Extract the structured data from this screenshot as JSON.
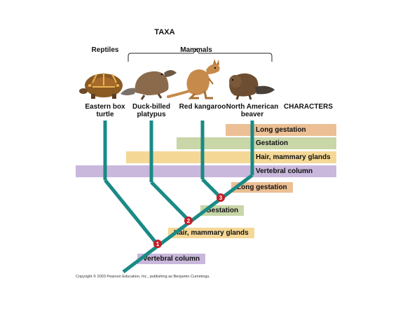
{
  "title": "TAXA",
  "groups": {
    "reptiles": "Reptiles",
    "mammals": "Mammals"
  },
  "taxa": [
    {
      "line1": "Eastern box",
      "line2": "turtle"
    },
    {
      "line1": "Duck-billed",
      "line2": "platypus"
    },
    {
      "line1": "Red kangaroo",
      "line2": ""
    },
    {
      "line1": "North American",
      "line2": "beaver"
    }
  ],
  "characters_label": "CHARACTERS",
  "matrix_bands": [
    {
      "label": "Long gestation",
      "color": "#ecbf94"
    },
    {
      "label": "Gestation",
      "color": "#c8d6a8"
    },
    {
      "label": "Hair, mammary glands",
      "color": "#f5d896"
    },
    {
      "label": "Vertebral column",
      "color": "#c9b8dc"
    }
  ],
  "tree_characters": [
    {
      "number": "1",
      "label": "Vertebral column",
      "color": "#c9b8dc"
    },
    {
      "number": "2",
      "label": "Hair, mammary glands",
      "color": "#f5d896"
    },
    {
      "number": "3",
      "label": "Gestation",
      "color": "#c8d6a8"
    },
    {
      "number": "",
      "label": "Long gestation",
      "color": "#ecbf94"
    }
  ],
  "colors": {
    "branch": "#1a8a86",
    "node_marker": "#c0202a"
  },
  "copyright": "Copyright © 2003 Pearson Education, Inc., publishing as Benjamin Cummings."
}
